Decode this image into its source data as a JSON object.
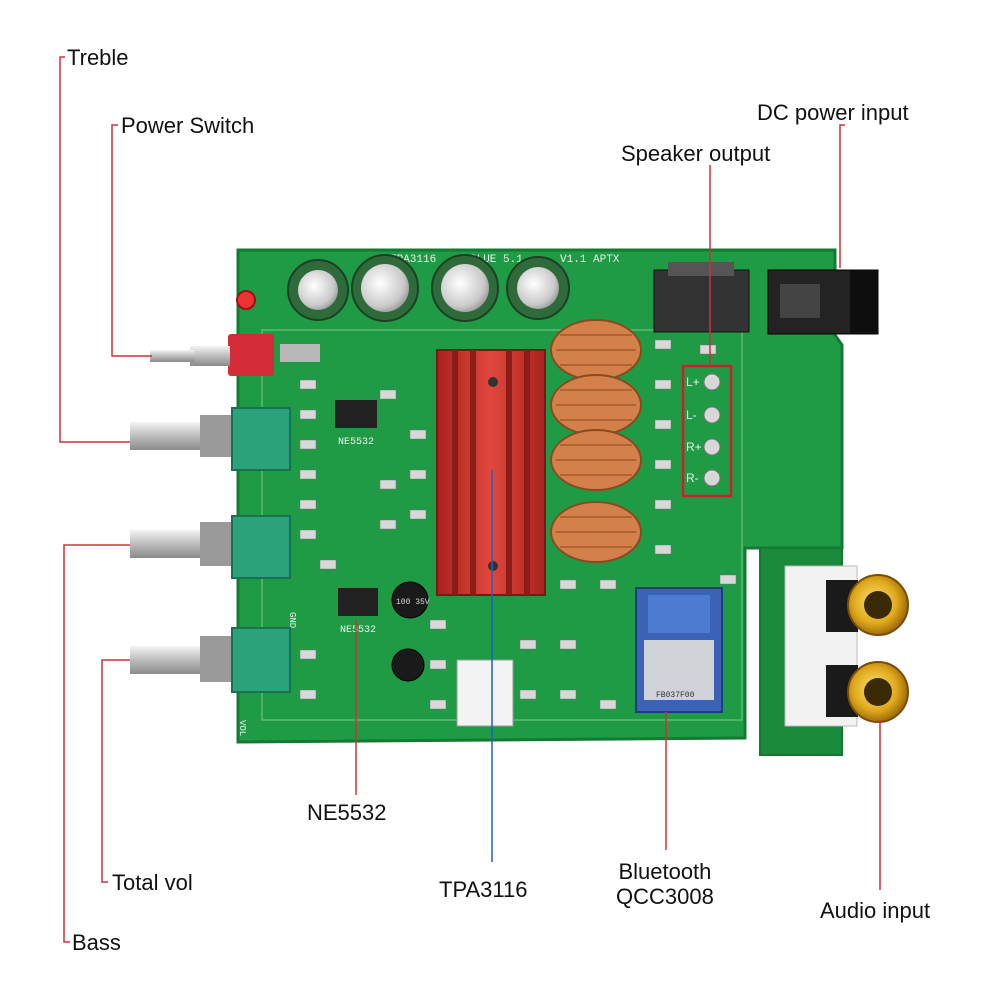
{
  "board": {
    "silkscreen": {
      "model": "TPA3116",
      "suffix": "BLUE 5.1",
      "version": "V1.1 APTX",
      "chip_label": "NE5532",
      "speaker_terminals": [
        "L+",
        "L-",
        "R+",
        "R-"
      ],
      "vol_text": "VOL",
      "gnd_text": "GND",
      "cap_text": "100 35V",
      "bt_module_text": "FB037F00"
    },
    "colors": {
      "pcb": "#1f9a45",
      "pcb_edge": "#147a33",
      "heatsink": "#c8332c",
      "copper": "#d4804a",
      "callout_line": "#d0303a",
      "tpa_line": "#2060c0",
      "highlight_box": "#d01f2a"
    }
  },
  "labels": {
    "treble": "Treble",
    "power_switch": "Power Switch",
    "dc_power_input": "DC power input",
    "speaker_output": "Speaker output",
    "ne5532": "NE5532",
    "total_vol": "Total vol",
    "tpa3116": "TPA3116",
    "bluetooth_line1": "Bluetooth",
    "bluetooth_line2": "QCC3008",
    "audio_input": "Audio input",
    "bass": "Bass"
  }
}
